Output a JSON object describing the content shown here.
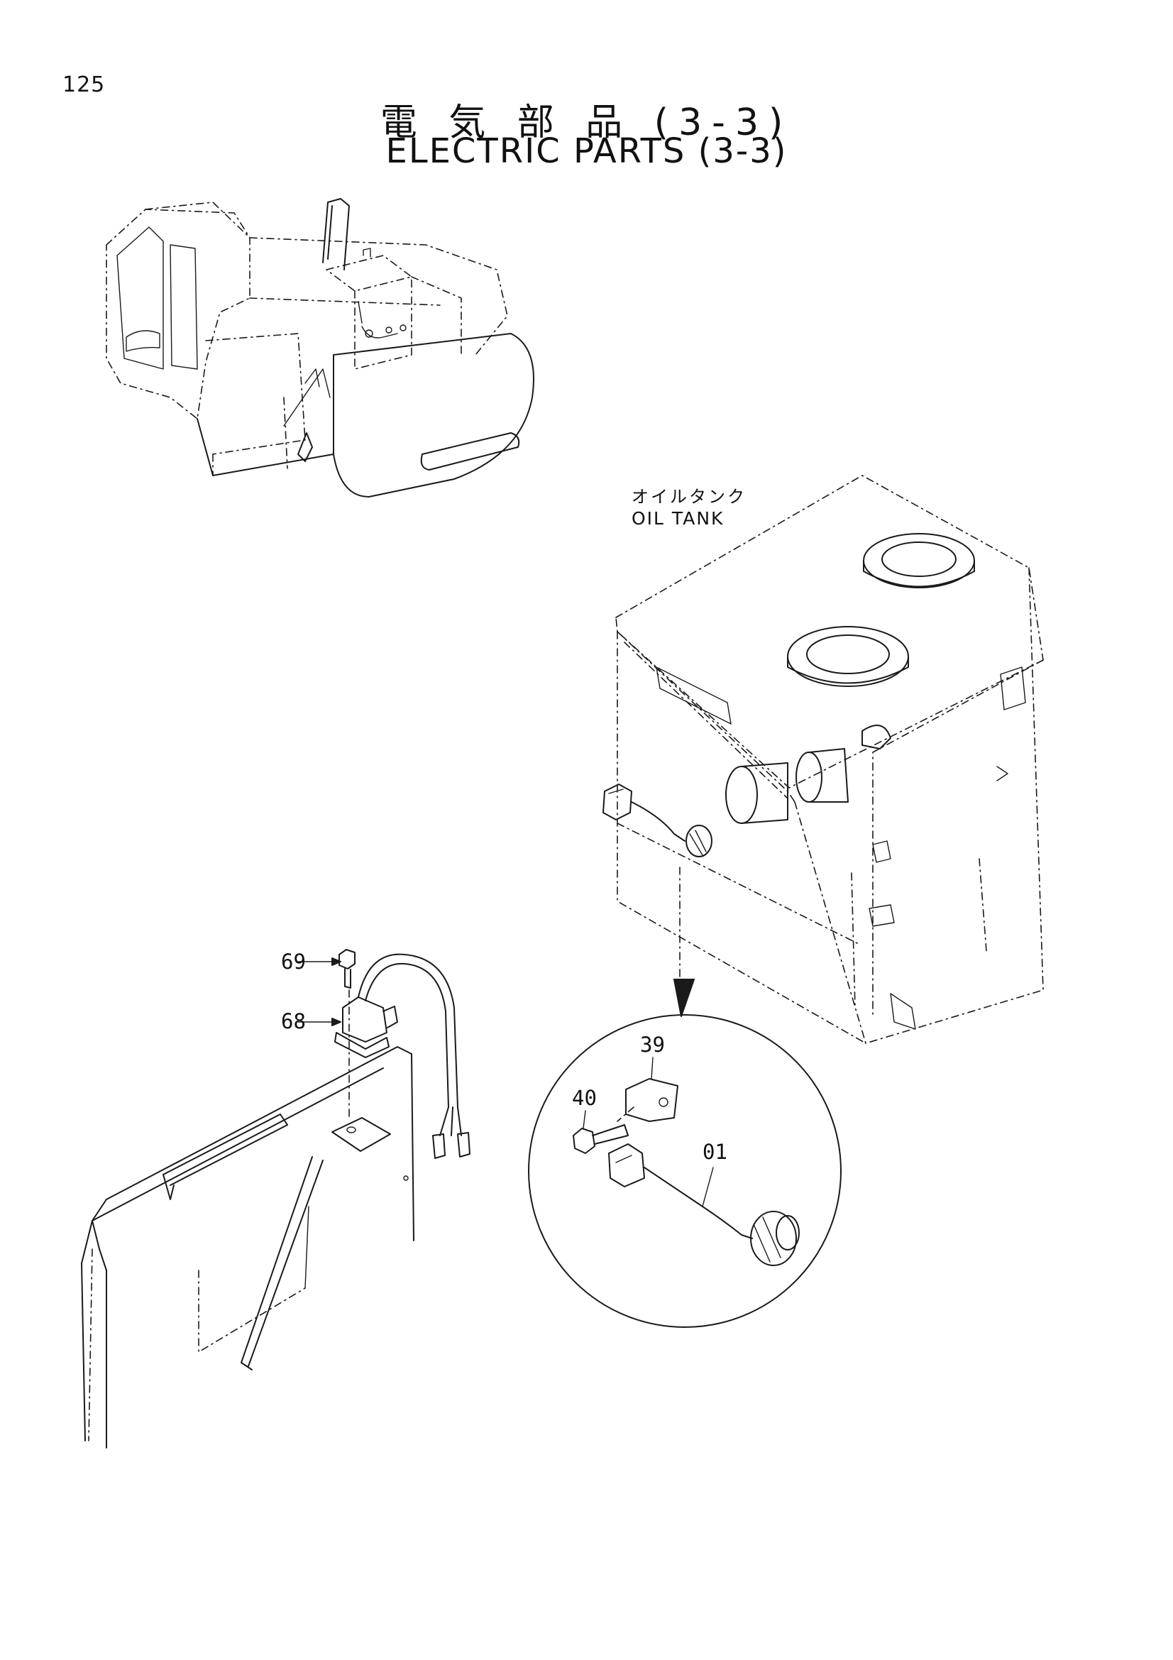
{
  "page": {
    "number": "125",
    "title_jp": "電 気 部 品 (3-3)",
    "title_en": "ELECTRIC PARTS (3-3)"
  },
  "oil_tank_label": {
    "jp": "オイルタンク",
    "en": "OIL TANK"
  },
  "callouts": {
    "c69": "69",
    "c68": "68",
    "c39": "39",
    "c40": "40",
    "c01": "01"
  }
}
